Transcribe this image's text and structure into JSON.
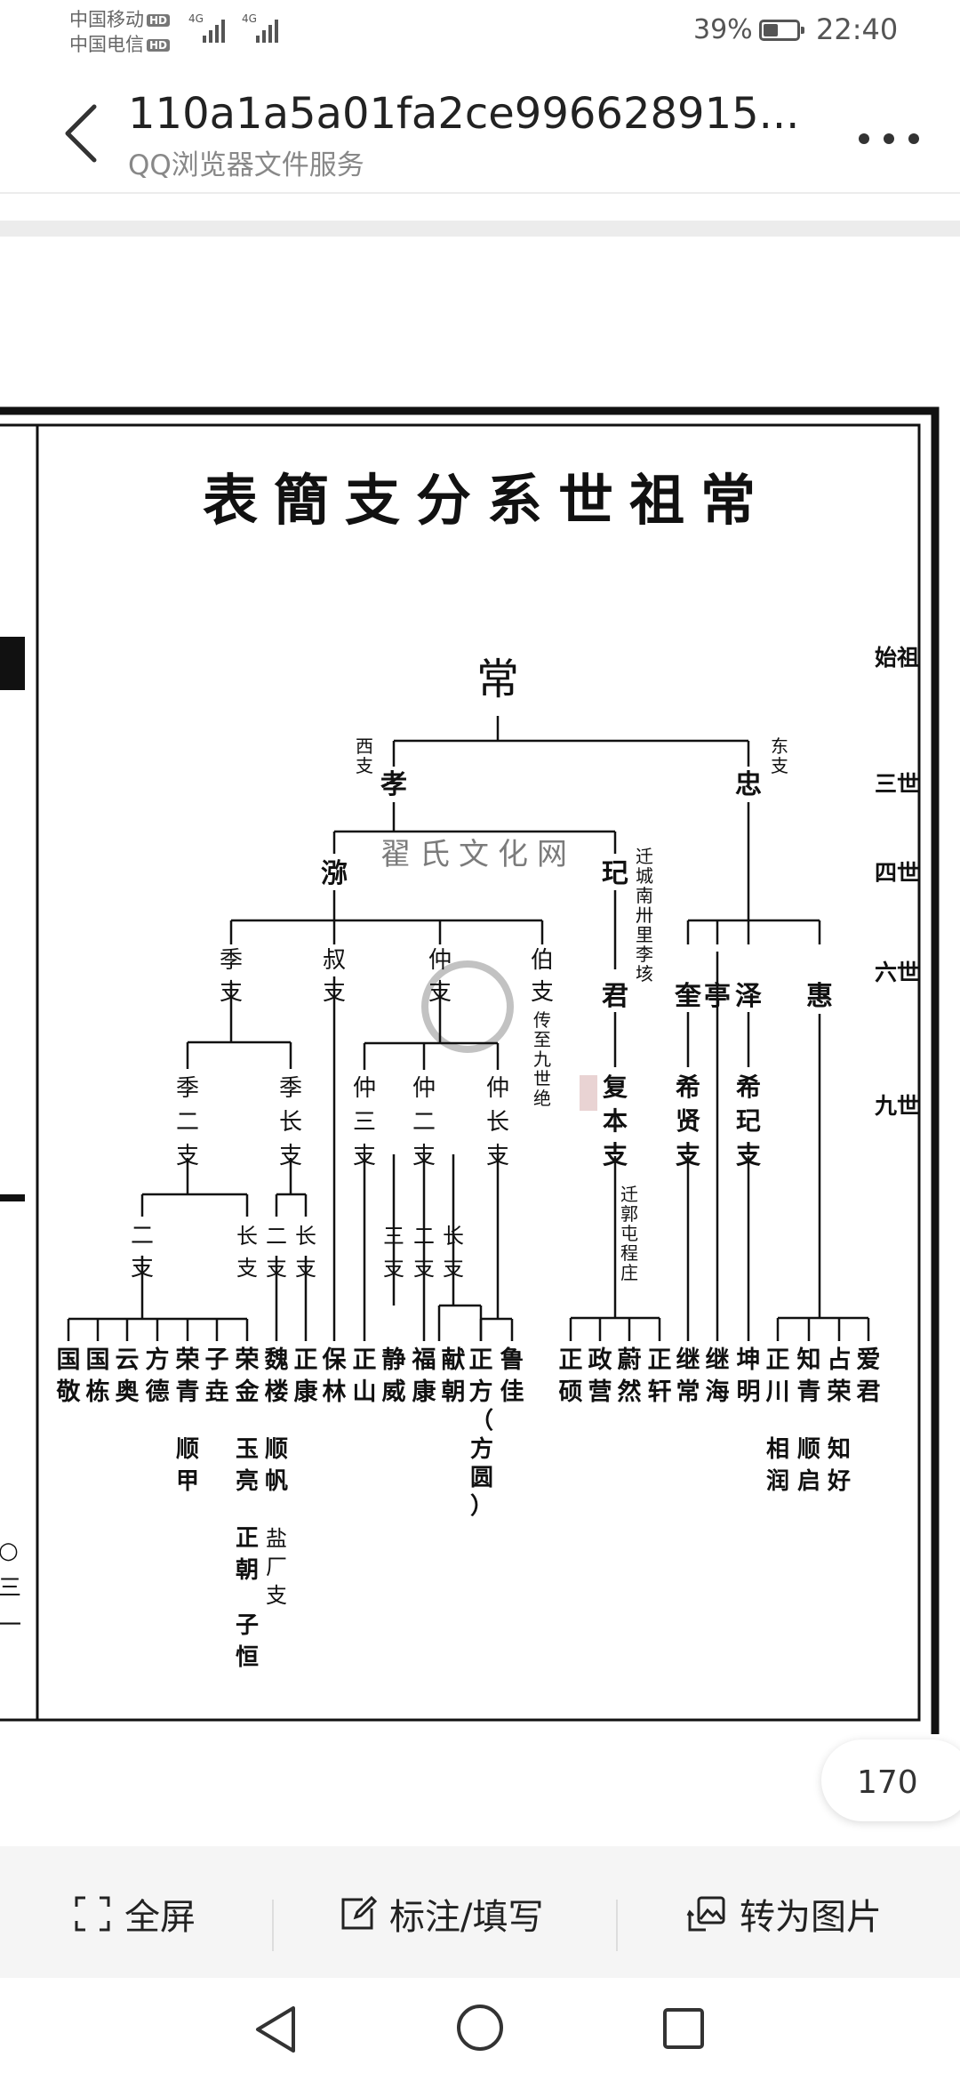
{
  "status_bar": {
    "carrier1": "中国移动",
    "carrier2": "中国电信",
    "hd": "HD",
    "net1": "4G",
    "net2": "4G",
    "battery_pct": "39%",
    "battery_level": 0.39,
    "time": "22:40"
  },
  "header": {
    "title": "110a1a5a01fa2ce996628915...",
    "subtitle": "QQ浏览器文件服务"
  },
  "document": {
    "heading": "表簡支分系世祖常",
    "generation_labels": [
      "始祖",
      "三世",
      "四世",
      "六世",
      "九世"
    ],
    "left_edge_marks": [
      "○",
      "三",
      "一"
    ],
    "seal_text": "翟氏文化网",
    "nodes": {
      "root": "常",
      "west_tag": "西支",
      "east_tag": "东支",
      "xiao": "孝",
      "zhong": "忠",
      "mi": "㳽",
      "ji": "玘",
      "ji_note": "迁城南卅里李垓",
      "jizhi": "季支",
      "shuzhi": "叔支",
      "zhongzhi": "仲支",
      "bozhi": "伯支",
      "bozhi_note": "传至九世绝",
      "jun": "君",
      "kui": "奎",
      "ting": "亭",
      "ze": "泽",
      "hui": "惠",
      "jierzhi": "季二支",
      "jizhangzhi": "季长支",
      "zhongsanzhi": "仲三支",
      "zhongerzhi": "仲二支",
      "zhongzhangzhi": "仲长支",
      "fubenzhi": "复本支",
      "xixianzhi": "希贤支",
      "xijizhi": "希玘支",
      "guo_note": "迁郭屯程庄",
      "erzhi": "二支",
      "zhangzhi": "长支",
      "sanzhi": "三支"
    },
    "leaves": [
      "国敬",
      "国栋",
      "云奥",
      "方德",
      "荣青",
      "子垚",
      "荣金",
      "魏楼",
      "正康",
      "保林",
      "正山",
      "静威",
      "福康",
      "献朝",
      "正方",
      "鲁佳",
      "正硕",
      "政营",
      "蔚然",
      "正轩",
      "继常",
      "继海",
      "坤明",
      "正川",
      "知青",
      "占荣",
      "爱君"
    ],
    "sub_leaves": {
      "shunjia": "顺甲",
      "yuliang": "玉亮",
      "shunfan": "顺帆",
      "zhengchao": "正朝",
      "yanchangzhi": "盐厂支",
      "ziheng": "子恒",
      "fangyuan": "（方圆）",
      "xiangrun": "相润",
      "shunqi": "顺启",
      "zhihao": "知好"
    }
  },
  "page_indicator": "170",
  "toolbar": {
    "fullscreen": "全屏",
    "annotate": "标注/填写",
    "to_image": "转为图片"
  }
}
